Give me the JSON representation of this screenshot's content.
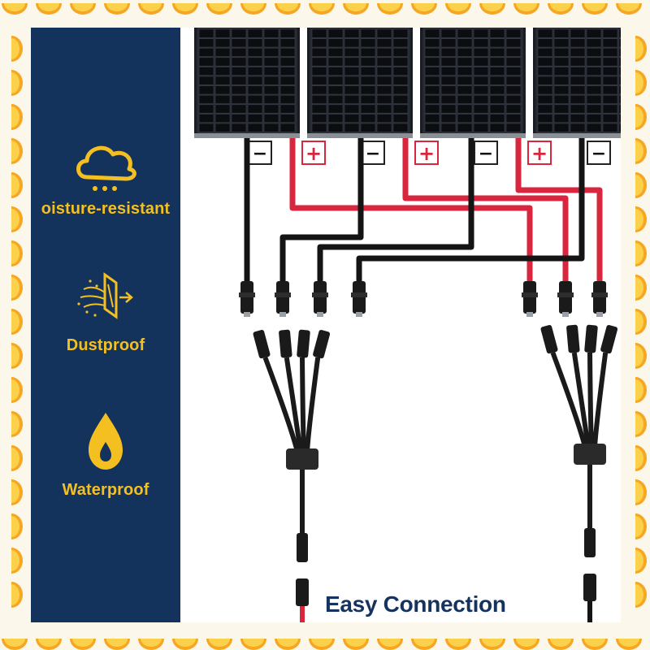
{
  "features": [
    {
      "label": "oisture-resistant",
      "icon": "cloud-rain-icon"
    },
    {
      "label": "Dustproof",
      "icon": "dust-shield-icon"
    },
    {
      "label": "Waterproof",
      "icon": "water-drop-icon"
    }
  ],
  "caption": "Easy Connection",
  "polarity": {
    "negative": "−",
    "positive": "+"
  },
  "colors": {
    "navy": "#13325c",
    "accent_yellow": "#f4c021",
    "cable_red": "#d9263f",
    "cable_black": "#141414",
    "frame_orange": "#f5a623"
  }
}
